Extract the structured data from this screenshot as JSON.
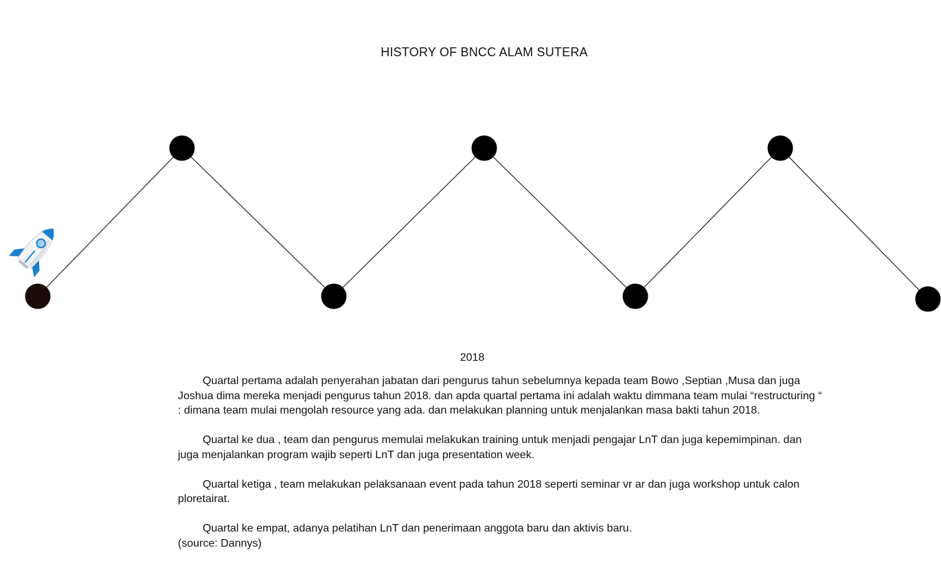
{
  "title": "HISTORY OF BNCC ALAM SUTERA",
  "year": "2018",
  "paragraphs": [
    "Quartal pertama adalah penyerahan jabatan dari pengurus tahun sebelumnya kepada team Bowo ,Septian ,Musa dan juga Joshua dima mereka menjadi pengurus tahun 2018. dan apda quartal pertama ini adalah waktu dimmana team mulai “restructuring “ : dimana team mulai mengolah resource yang ada. dan melakukan planning untuk menjalankan masa bakti tahun 2018.",
    "Quartal ke dua , team dan pengurus memulai melakukan training untuk menjadi pengajar LnT dan juga kepemimpinan. dan juga menjalankan program wajib seperti LnT dan juga presentation week.",
    "Quartal ketiga , team melakukan pelaksanaan event pada tahun 2018 seperti seminar vr ar dan juga workshop untuk calon ploretairat.",
    "Quartal ke empat, adanya pelatihan LnT dan penerimaan anggota baru  dan aktivis baru."
  ],
  "source": "(source: Dannys)",
  "timeline": {
    "node_count": 7,
    "icon": "rocket-icon",
    "colors": {
      "line": "#222222",
      "node": "#000000",
      "first_node": "#1a0a08",
      "rocket_body": "#f2f4f6",
      "rocket_accent": "#1b7fd1"
    }
  }
}
